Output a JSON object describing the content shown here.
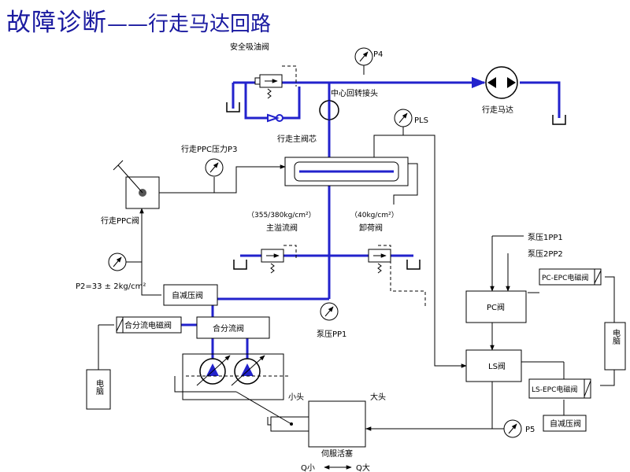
{
  "title": {
    "main": "故障诊断",
    "dash": "——",
    "sub": "行走马达回路"
  },
  "labels": {
    "safety_suction_valve": "安全吸油阀",
    "p4": "P4",
    "center_swivel_joint": "中心回转接头",
    "travel_motor": "行走马达",
    "travel_main_spool": "行走主阀芯",
    "pls": "PLS",
    "travel_ppc_pressure": "行走PPC压力P3",
    "travel_ppc_valve": "行走PPC阀",
    "main_relief_pressure": "（355/380kg/cm²）",
    "main_relief_valve": "主溢流阀",
    "unload_pressure": "（40kg/cm²）",
    "unload_valve": "卸荷阀",
    "p2": "P2=33 ± 2kg/cm²",
    "self_reducing_valve": "自减压阀",
    "merge_divide_solenoid": "合分流电磁阀",
    "merge_divide_valve": "合分流阀",
    "pump_pressure_pp1": "泵压PP1",
    "pump_pressure_1pp1": "泵压1PP1",
    "pump_pressure_2pp2": "泵压2PP2",
    "pc_epc_solenoid": "PC-EPC电磁阀",
    "pc_valve": "PC阀",
    "computer_left": "电脑",
    "computer_right": "电脑",
    "ls_valve": "LS阀",
    "ls_epc_solenoid": "LS-EPC电磁阀",
    "small_end": "小头",
    "large_end": "大头",
    "servo_piston": "伺服活塞",
    "p5": "P5",
    "self_reducing_valve_2": "自减压阀",
    "q_small": "Q小",
    "q_large": "Q大"
  },
  "colors": {
    "title": "#1a1aa0",
    "high_pressure_line": "#2222cc",
    "control_line": "#000000"
  }
}
